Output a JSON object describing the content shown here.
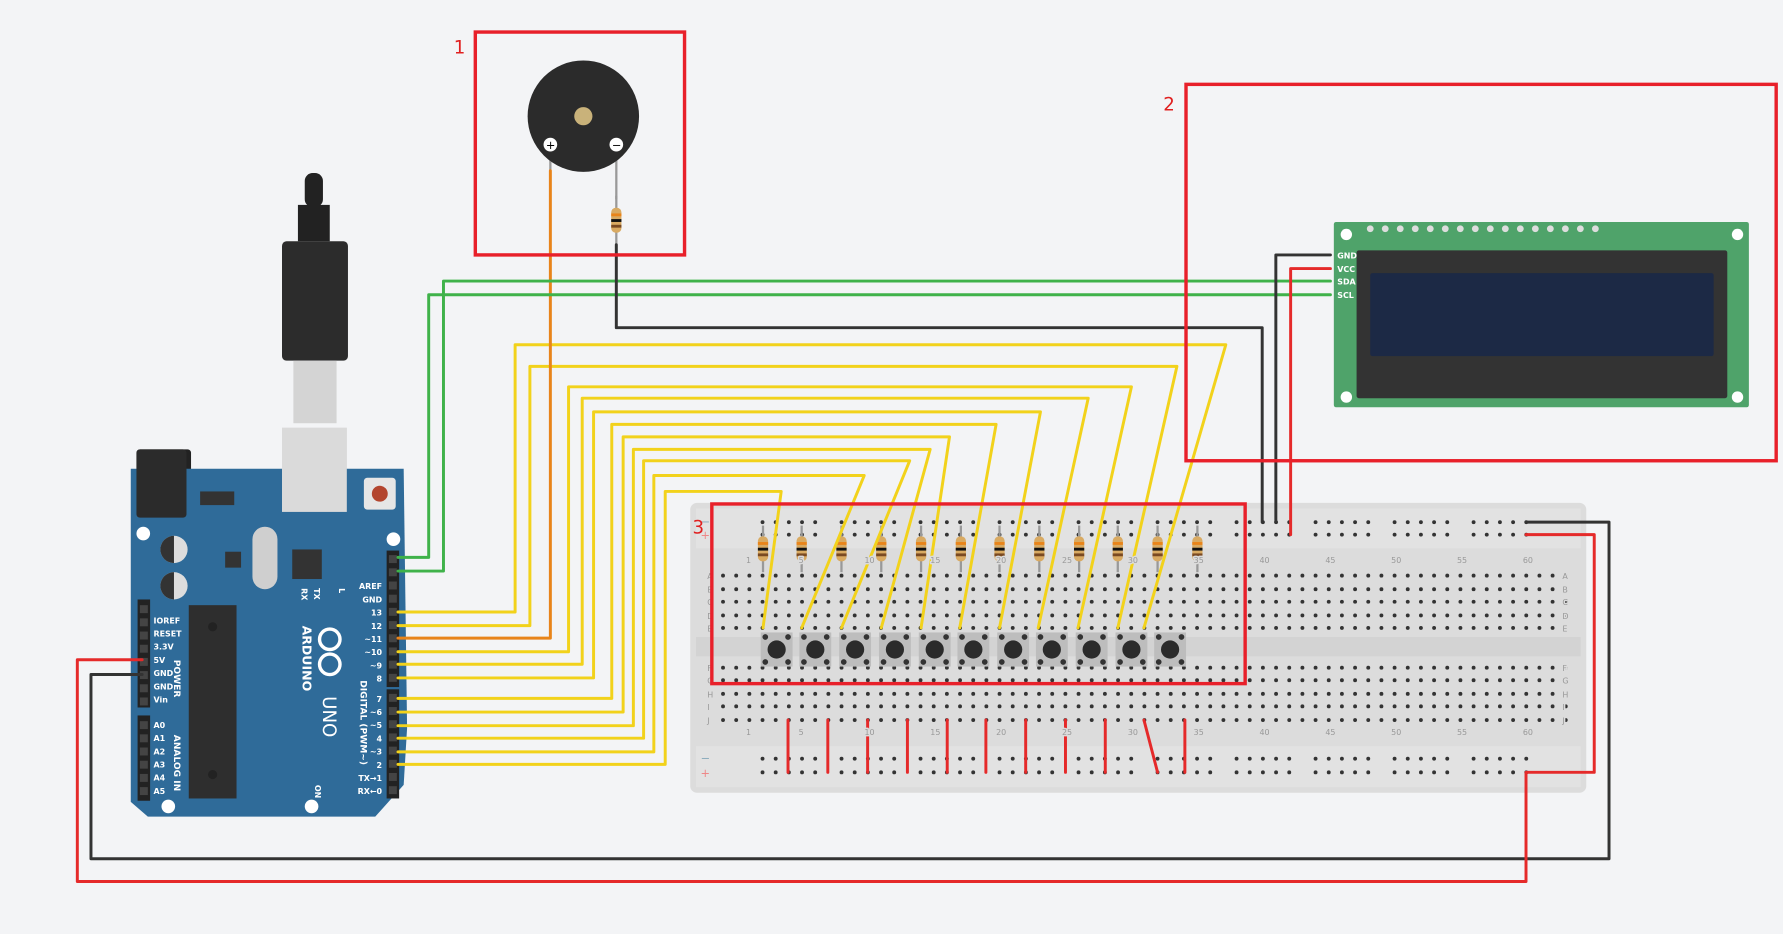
{
  "annotations": [
    {
      "label": "1",
      "target": "buzzer"
    },
    {
      "label": "2",
      "target": "lcd"
    },
    {
      "label": "3",
      "target": "buttons"
    }
  ],
  "arduino": {
    "brand": "ARDUINO",
    "model": "UNO",
    "power_header_title": "POWER",
    "analog_header_title": "ANALOG IN",
    "digital_header_title": "DIGITAL (PWM~)",
    "power_pins": [
      "IOREF",
      "RESET",
      "3.3V",
      "5V",
      "GND",
      "GND",
      "Vin"
    ],
    "analog_pins": [
      "A0",
      "A1",
      "A2",
      "A3",
      "A4",
      "A5"
    ],
    "digital_top": [
      "AREF",
      "GND",
      "13",
      "12",
      "~11",
      "~10",
      "~9",
      "8"
    ],
    "digital_bottom": [
      "7",
      "~6",
      "~5",
      "4",
      "~3",
      "2",
      "TX→1",
      "RX←0"
    ],
    "leds": [
      "RX",
      "TX",
      "L"
    ],
    "on_label": "ON"
  },
  "lcd": {
    "pins": [
      "GND",
      "VCC",
      "SDA",
      "SCL"
    ]
  },
  "buzzer": {
    "plus": "+",
    "minus": "−"
  },
  "breadboard": {
    "rows_top": [
      "A",
      "B",
      "C",
      "D",
      "E"
    ],
    "rows_bottom": [
      "F",
      "G",
      "H",
      "I",
      "J"
    ],
    "column_labels": [
      "1",
      "5",
      "10",
      "15",
      "20",
      "25",
      "30",
      "35",
      "40",
      "45",
      "50",
      "55",
      "60"
    ],
    "rail_minus": "−",
    "rail_plus": "+"
  },
  "colors": {
    "annotation": "#e8202a",
    "signal_wire": "#f2d21b",
    "buzzer_wire": "#e8841a",
    "i2c_wire": "#3fb24a",
    "power_wire": "#e52a2a",
    "ground_wire": "#333333",
    "arduino_board": "#2f6b99",
    "lcd_board": "#4fa36a",
    "lcd_screen": "#1c2945"
  }
}
